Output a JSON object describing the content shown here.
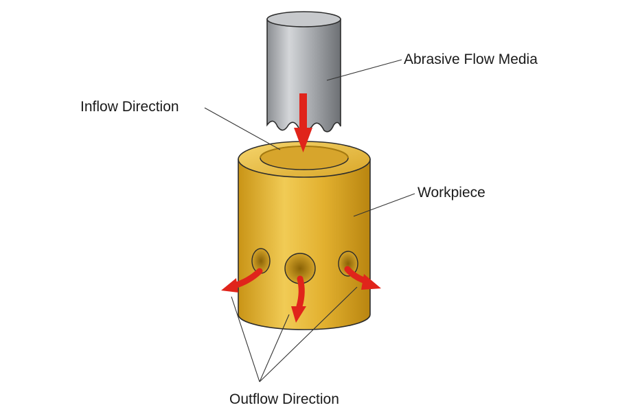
{
  "diagram": {
    "labels": {
      "abrasive_flow_media": "Abrasive Flow Media",
      "inflow_direction": "Inflow Direction",
      "workpiece": "Workpiece",
      "outflow_direction": "Outflow Direction"
    },
    "colors": {
      "media": "#9a9ea3",
      "workpiece": "#e3b12c",
      "arrow": "#e0241b",
      "line": "#333333"
    }
  }
}
